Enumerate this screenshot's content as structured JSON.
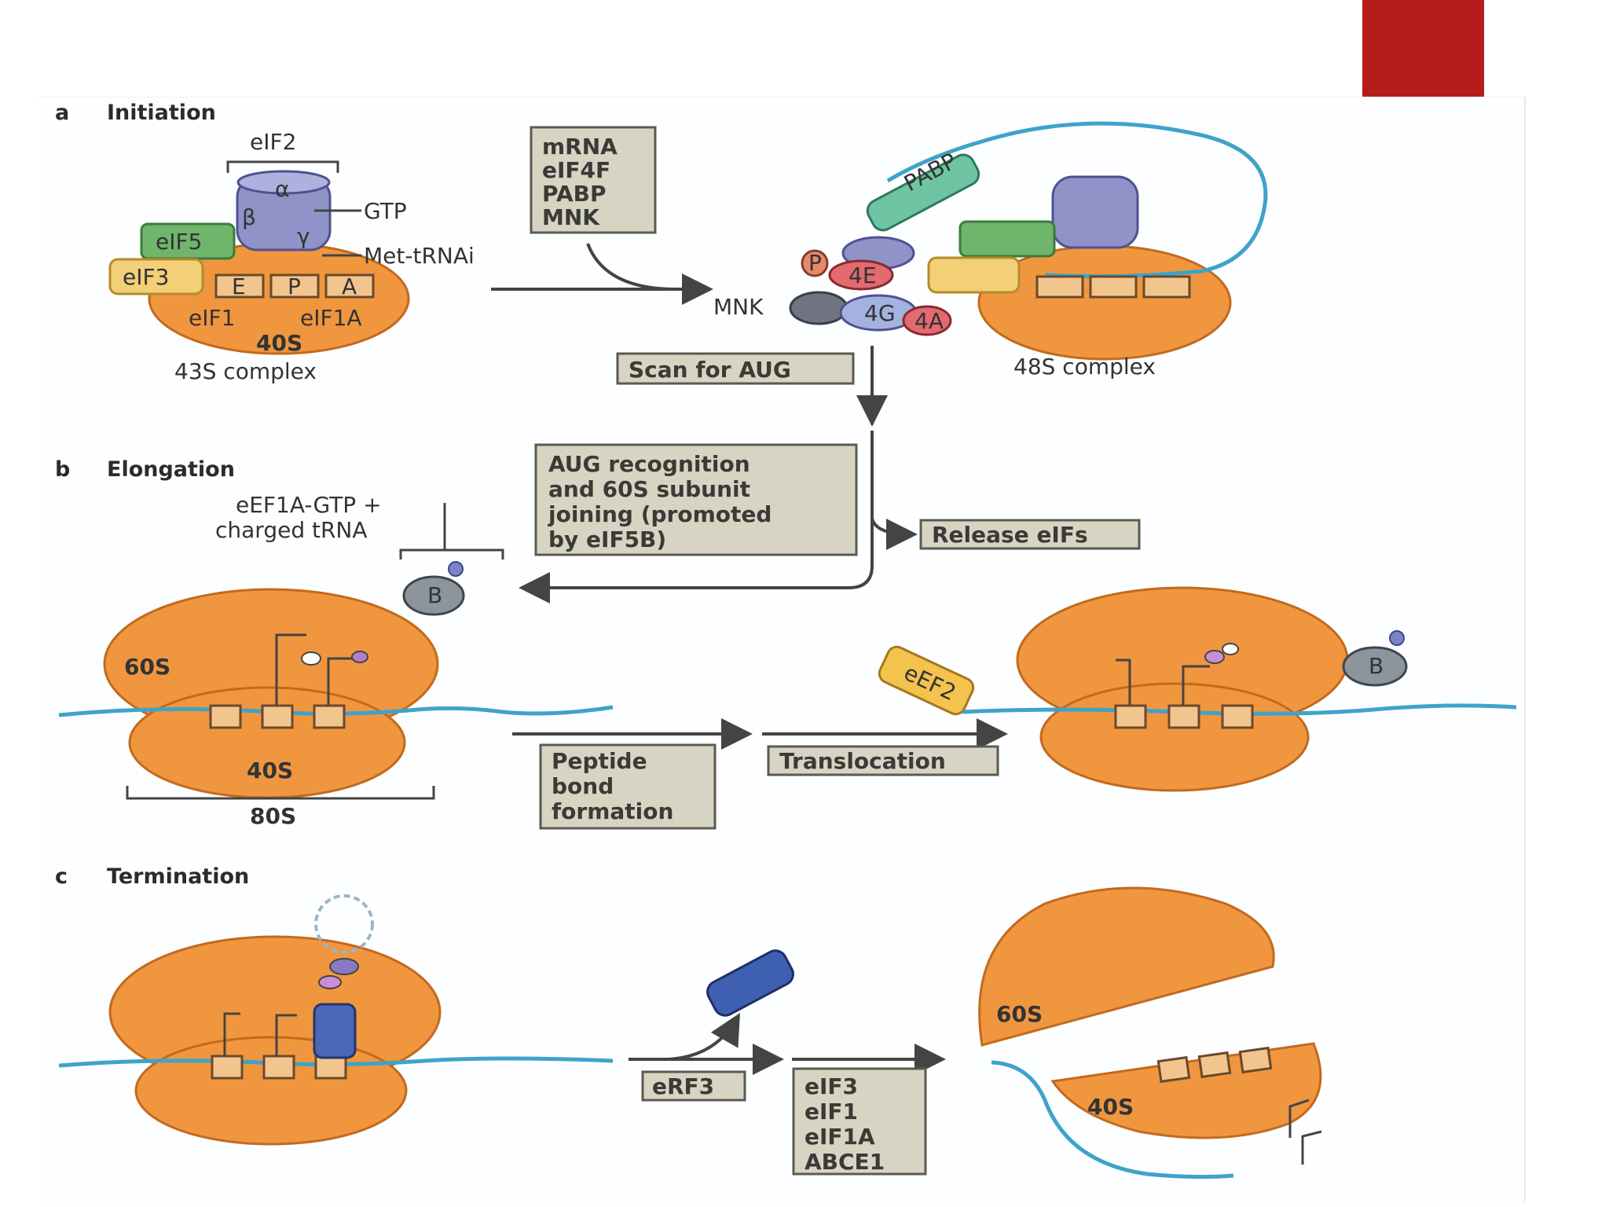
{
  "sections": {
    "a": {
      "letter": "a",
      "title": "Initiation"
    },
    "b": {
      "letter": "b",
      "title": "Elongation"
    },
    "c": {
      "letter": "c",
      "title": "Termination"
    }
  },
  "initiation": {
    "eIF2": "eIF2",
    "alpha": "α",
    "beta": "β",
    "gamma": "γ",
    "GTP": "GTP",
    "met": "Met-tRNAi",
    "eIF5": "eIF5",
    "eIF3": "eIF3",
    "E": "E",
    "P": "P",
    "A": "A",
    "eIF1": "eIF1",
    "eIF1A": "eIF1A",
    "40S": "40S",
    "complex43": "43S complex",
    "factors_box": [
      "mRNA",
      "eIF4F",
      "PABP",
      "MNK"
    ],
    "MNK": "MNK",
    "phos": "P",
    "f4E": "4E",
    "f4G": "4G",
    "f4A": "4A",
    "PABP": "PABP",
    "complex48": "48S complex",
    "scan": "Scan for AUG"
  },
  "elongation": {
    "charged": [
      "eEF1A-GTP +",
      "charged tRNA"
    ],
    "aug_box": [
      "AUG recognition",
      "and 60S subunit",
      "joining (promoted",
      "by eIF5B)"
    ],
    "release": "Release eIFs",
    "B": "B",
    "60S": "60S",
    "40S": "40S",
    "80S": "80S",
    "peptide": [
      "Peptide",
      "bond",
      "formation"
    ],
    "translocation": "Translocation",
    "eEF2": "eEF2"
  },
  "termination": {
    "eRF3": "eRF3",
    "release_box": [
      "eIF3",
      "eIF1",
      "eIF1A",
      "ABCE1"
    ],
    "60S": "60S",
    "40S": "40S"
  }
}
